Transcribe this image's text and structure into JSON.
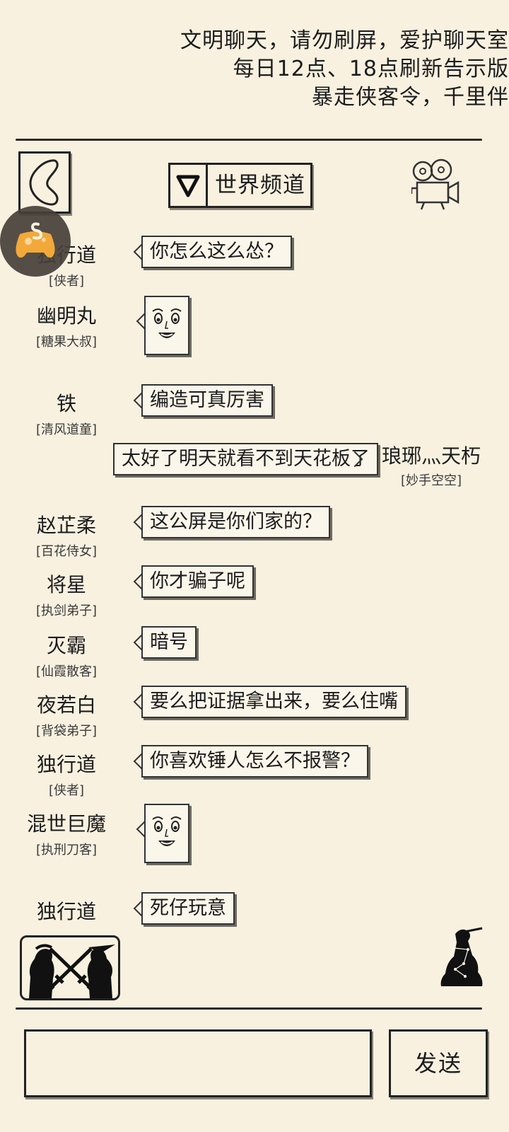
{
  "notice": {
    "line1": "文明聊天，请勿刷屏，爱护聊天室",
    "line2": "每日12点、18点刷新告示版",
    "line3": "暴走侠客令，千里伴"
  },
  "header": {
    "channel_label": "世界频道"
  },
  "messages": [
    {
      "name": "独行道",
      "title": "[侠者]",
      "text": "你怎么这么怂？"
    },
    {
      "name": "幽明丸",
      "title": "[糖果大叔]",
      "sticker": "smiling-face-sticker"
    },
    {
      "name": "铁",
      "title": "[清风道童]",
      "text": "编造可真厉害"
    },
    {
      "name": "琅琊灬天朽",
      "title": "[妙手空空]",
      "text": "太好了明天就看不到天花板了",
      "self": true
    },
    {
      "name": "赵芷柔",
      "title": "[百花侍女]",
      "text": "这公屏是你们家的？"
    },
    {
      "name": "将星",
      "title": "[执剑弟子]",
      "text": "你才骗子呢"
    },
    {
      "name": "灭霸",
      "title": "[仙霞散客]",
      "text": "暗号"
    },
    {
      "name": "夜若白",
      "title": "[背袋弟子]",
      "text": "要么把证据拿出来，要么住嘴"
    },
    {
      "name": "独行道",
      "title": "[侠者]",
      "text": "你喜欢锤人怎么不报警？"
    },
    {
      "name": "混世巨魔",
      "title": "[执刑刀客]",
      "sticker": "smiling-face-sticker"
    },
    {
      "name": "独行道",
      "title": "",
      "text": "死仔玩意"
    }
  ],
  "input": {
    "value": "",
    "send_label": "发送"
  },
  "icons": {
    "back": "back-arrow-icon",
    "channel_toggle": "triangle-down-icon",
    "camera": "movie-camera-icon",
    "floating_ball": "gamepad-assistant-icon",
    "duel": "crossed-swords-duel-icon",
    "hero": "kneeling-swordsman-icon"
  },
  "colors": {
    "background": "#f8f1e0",
    "ink": "#1c1c1c",
    "floating_ball": "#46403a",
    "gamepad_orange": "#f3a93a"
  }
}
